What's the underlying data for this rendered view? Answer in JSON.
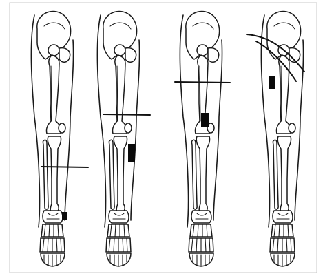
{
  "figure": {
    "panels": [
      {
        "id": "panel-1",
        "level": "distal-leg",
        "marker_region": "ankle"
      },
      {
        "id": "panel-2",
        "level": "knee",
        "marker_region": "proximal-tibia"
      },
      {
        "id": "panel-3",
        "level": "mid-thigh",
        "marker_region": "distal-femur"
      },
      {
        "id": "panel-4",
        "level": "hip",
        "marker_region": "proximal-femur"
      }
    ],
    "colors": {
      "background": "#ffffff",
      "ink": "#1a1a1a",
      "border": "#c8c8c8"
    }
  }
}
